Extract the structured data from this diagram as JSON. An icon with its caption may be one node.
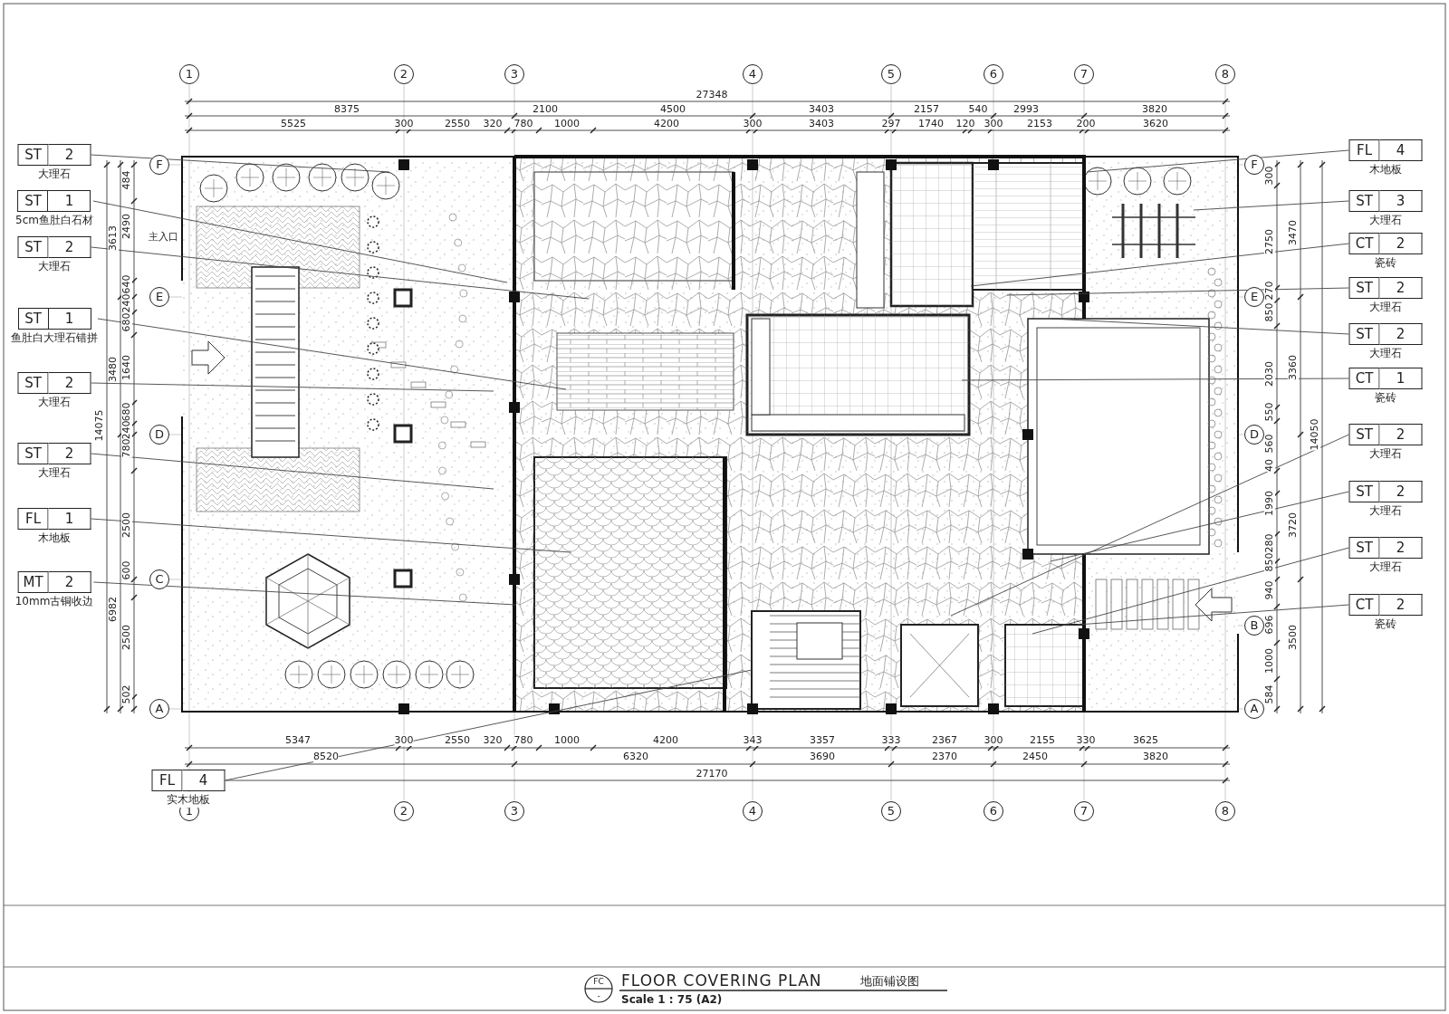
{
  "diagram": {
    "title": "FLOOR COVERING PLAN",
    "nodes": [
      {
        "text": [
          "ST",
          "2",
          "大理石"
        ]
      },
      {
        "text": [
          "ST",
          "1",
          "5cm鱼肚白石材"
        ]
      },
      {
        "text": [
          "ST",
          "2",
          "大理石"
        ]
      },
      {
        "text": [
          "ST",
          "1",
          "鱼肚白大理石错拼"
        ]
      },
      {
        "text": [
          "ST",
          "2",
          "大理石"
        ]
      },
      {
        "text": [
          "ST",
          "2",
          "大理石"
        ]
      },
      {
        "text": [
          "FL",
          "1",
          "木地板"
        ]
      },
      {
        "text": [
          "MT",
          "2",
          "10mm古铜收边"
        ]
      },
      {
        "text": [
          "FL",
          "4",
          "木地板"
        ]
      },
      {
        "text": [
          "ST",
          "3",
          "大理石"
        ]
      },
      {
        "text": [
          "CT",
          "2",
          "瓷砖"
        ]
      },
      {
        "text": [
          "ST",
          "2",
          "大理石"
        ]
      },
      {
        "text": [
          "ST",
          "2",
          "大理石"
        ]
      },
      {
        "text": [
          "CT",
          "1",
          "瓷砖"
        ]
      },
      {
        "text": [
          "ST",
          "2",
          "大理石"
        ]
      },
      {
        "text": [
          "ST",
          "2",
          "大理石"
        ]
      },
      {
        "text": [
          "ST",
          "2",
          "大理石"
        ]
      },
      {
        "text": [
          "CT",
          "2",
          "瓷砖"
        ]
      },
      {
        "text": [
          "FL",
          "4",
          "实木地板"
        ]
      }
    ],
    "edges": [
      {
        "from": 0,
        "to": null,
        "arrow": "none"
      },
      {
        "from": 1,
        "to": null,
        "arrow": "none"
      },
      {
        "from": 2,
        "to": null,
        "arrow": "none"
      },
      {
        "from": 3,
        "to": null,
        "arrow": "none"
      },
      {
        "from": 4,
        "to": null,
        "arrow": "none"
      },
      {
        "from": 5,
        "to": null,
        "arrow": "none"
      },
      {
        "from": 6,
        "to": null,
        "arrow": "none"
      },
      {
        "from": 7,
        "to": null,
        "arrow": "none"
      },
      {
        "from": 8,
        "to": null,
        "arrow": "none"
      },
      {
        "from": 9,
        "to": null,
        "arrow": "none"
      },
      {
        "from": 10,
        "to": null,
        "arrow": "none"
      },
      {
        "from": 11,
        "to": null,
        "arrow": "none"
      },
      {
        "from": 12,
        "to": null,
        "arrow": "none"
      },
      {
        "from": 13,
        "to": null,
        "arrow": "none"
      },
      {
        "from": 14,
        "to": null,
        "arrow": "none"
      },
      {
        "from": 15,
        "to": null,
        "arrow": "none"
      },
      {
        "from": 16,
        "to": null,
        "arrow": "none"
      },
      {
        "from": 17,
        "to": null,
        "arrow": "none"
      },
      {
        "from": 18,
        "to": null,
        "arrow": "none"
      }
    ],
    "labels": [
      "1",
      "2",
      "3",
      "4",
      "5",
      "6",
      "7",
      "8",
      "27348",
      "8375",
      "2100",
      "4500",
      "3403",
      "2157",
      "540",
      "2993",
      "3820",
      "5525",
      "300",
      "2550",
      "320",
      "780",
      "1000",
      "4200",
      "300",
      "3403",
      "297",
      "1740",
      "120",
      "300",
      "2153",
      "200",
      "3620",
      "F",
      "E",
      "D",
      "C",
      "A",
      "14075",
      "3613",
      "3480",
      "6982",
      "484",
      "2490",
      "640",
      "240",
      "680",
      "1640",
      "680",
      "240",
      "780",
      "2500",
      "600",
      "2500",
      "502",
      "主入口",
      "F",
      "E",
      "D",
      "B",
      "A",
      "14050",
      "3470",
      "3360",
      "3720",
      "3500",
      "300",
      "2750",
      "270",
      "850",
      "2030",
      "550",
      "560",
      "40",
      "1990",
      "280",
      "850",
      "940",
      "696",
      "1000",
      "584",
      "5347",
      "300",
      "2550",
      "320",
      "780",
      "1000",
      "4200",
      "343",
      "3357",
      "333",
      "2367",
      "300",
      "2155",
      "330",
      "3625",
      "8520",
      "6320",
      "3690",
      "2370",
      "2450",
      "3820",
      "27170",
      "1",
      "2",
      "3",
      "4",
      "5",
      "6",
      "7",
      "8",
      "FC",
      "-",
      "地面铺设图",
      "Scale 1 : 75 (A2)"
    ]
  }
}
